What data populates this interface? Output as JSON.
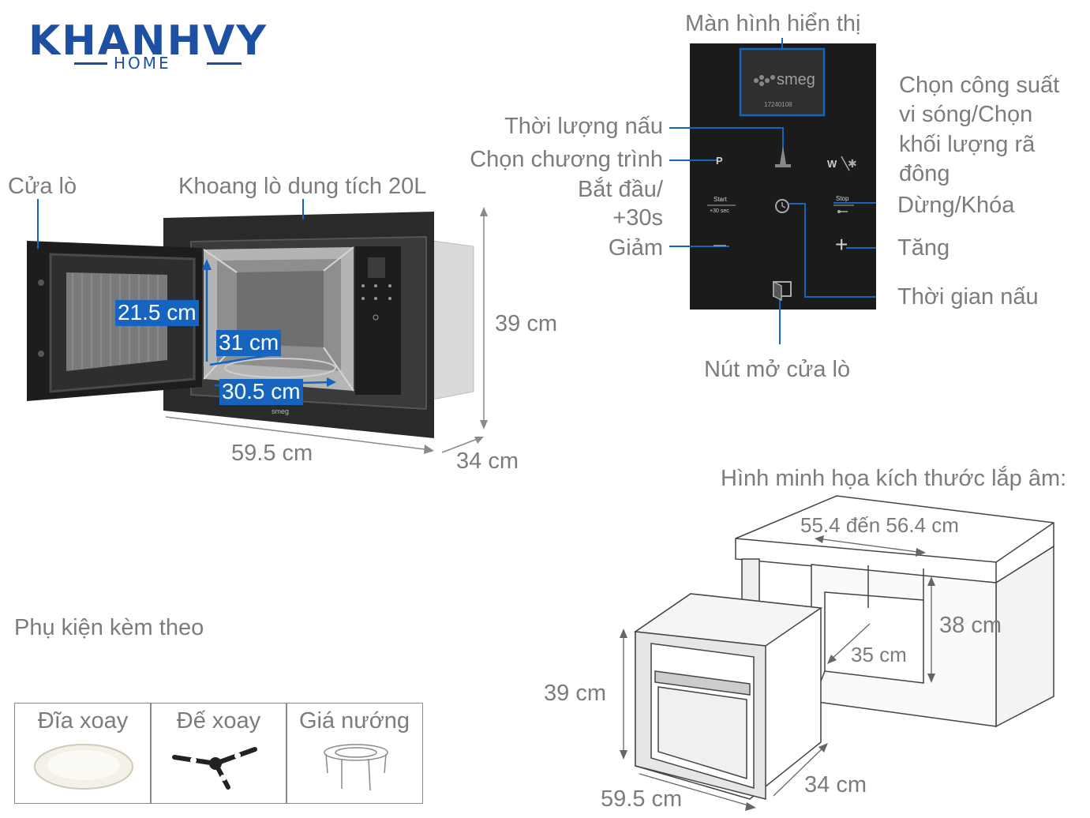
{
  "logo": {
    "main": "KHANHVY",
    "sub": "HOME"
  },
  "oven": {
    "door_label": "Cửa lò",
    "cavity_label": "Khoang lò dung tích 20L",
    "inner_height": "21.5 cm",
    "inner_width": "31 cm",
    "inner_depth": "30.5 cm",
    "height": "39 cm",
    "width": "59.5 cm",
    "depth": "34 cm",
    "brand_small": "smeg"
  },
  "panel": {
    "display_label": "Màn hình hiển thị",
    "display_brand": "smeg",
    "display_code": "17240108",
    "cook_time_label": "Thời lượng nấu",
    "program_label": "Chọn chương trình",
    "start_label_1": "Bắt đầu/",
    "start_label_2": "+30s",
    "decrease_label": "Giảm",
    "power_label_1": "Chọn công suất",
    "power_label_2": "vi sóng/Chọn",
    "power_label_3": "khối lượng rã",
    "power_label_4": "đông",
    "stop_label": "Dừng/Khóa",
    "increase_label": "Tăng",
    "clock_label": "Thời gian nấu",
    "door_button_label": "Nút mở cửa lò",
    "btn_p": "P",
    "btn_w": "W",
    "btn_start_1": "Start",
    "btn_start_2": "+30 sec",
    "btn_stop": "Stop",
    "btn_minus": "—",
    "btn_plus": "+"
  },
  "install": {
    "title": "Hình minh họa kích thước lắp âm:",
    "cabinet_width": "55.4 đến 56.4 cm",
    "cabinet_height": "38 cm",
    "cabinet_depth": "35 cm",
    "oven_height": "39 cm",
    "oven_width": "59.5 cm",
    "oven_depth": "34 cm"
  },
  "accessories": {
    "title": "Phụ kiện kèm theo",
    "items": [
      "Đĩa xoay",
      "Đế xoay",
      "Giá nướng"
    ]
  },
  "colors": {
    "accent": "#1565c0",
    "logo": "#1d4fa2",
    "panel": "#1b1b1b"
  }
}
